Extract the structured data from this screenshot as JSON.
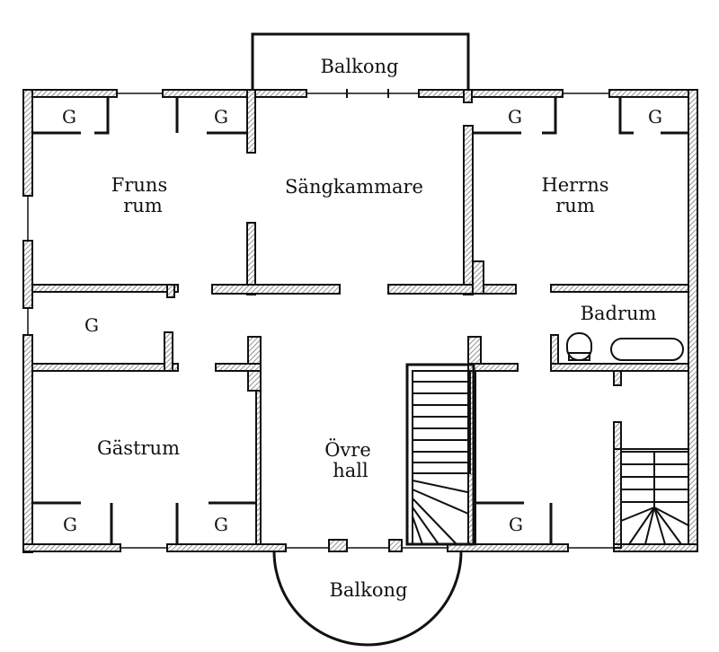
{
  "colors": {
    "ink": "#111111",
    "wall_hatch": "#777777",
    "background": "#ffffff"
  },
  "rooms": {
    "balcony_top": "Balkong",
    "frun_line1": "Fruns",
    "frun_line2": "rum",
    "bedroom": "Sängkammare",
    "herr_line1": "Herrns",
    "herr_line2": "rum",
    "bathroom": "Badrum",
    "guestroom": "Gästrum",
    "hall_line1": "Övre",
    "hall_line2": "hall",
    "balcony_bottom": "Balkong"
  },
  "closet_label": "G"
}
